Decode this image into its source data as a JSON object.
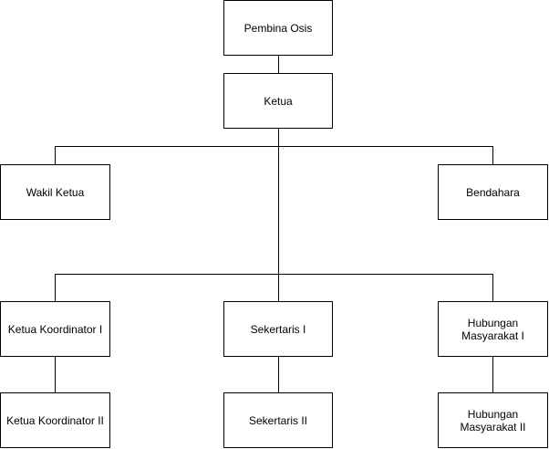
{
  "diagram": {
    "nodes": {
      "pembina": "Pembina Osis",
      "ketua": "Ketua",
      "wakil": "Wakil Ketua",
      "bendahara": "Bendahara",
      "koordinator1": "Ketua Koordinator I",
      "sekretaris1": "Sekertaris I",
      "humas1": "Hubungan Masyarakat I",
      "koordinator2": "Ketua Koordinator II",
      "sekretaris2": "Sekertaris II",
      "humas2": "Hubungan Masyarakat II"
    },
    "colors": {
      "line": "#000000",
      "box_border": "#000000",
      "box_fill": "#ffffff"
    }
  }
}
